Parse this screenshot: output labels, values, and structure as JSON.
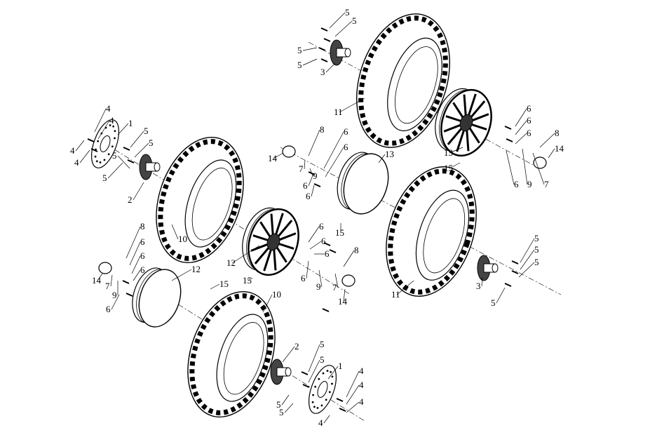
{
  "title": "Wheel assembly exploded view",
  "callouts": [
    "5",
    "5",
    "5",
    "5",
    "3",
    "11",
    "6",
    "6",
    "6",
    "8",
    "14",
    "13",
    "15",
    "6",
    "9",
    "7",
    "4",
    "4",
    "1",
    "5",
    "5",
    "4",
    "4",
    "5",
    "5",
    "2",
    "10",
    "8",
    "6",
    "6",
    "13",
    "14",
    "7",
    "9",
    "6",
    "6",
    "15",
    "12",
    "6",
    "6",
    "6",
    "8",
    "15",
    "6",
    "9",
    "7",
    "14",
    "8",
    "6",
    "6",
    "6",
    "12",
    "15",
    "14",
    "7",
    "9",
    "6",
    "11",
    "3",
    "5",
    "5",
    "5",
    "5",
    "10",
    "2",
    "5",
    "5",
    "1",
    "4",
    "4",
    "4",
    "4",
    "5",
    "5"
  ]
}
